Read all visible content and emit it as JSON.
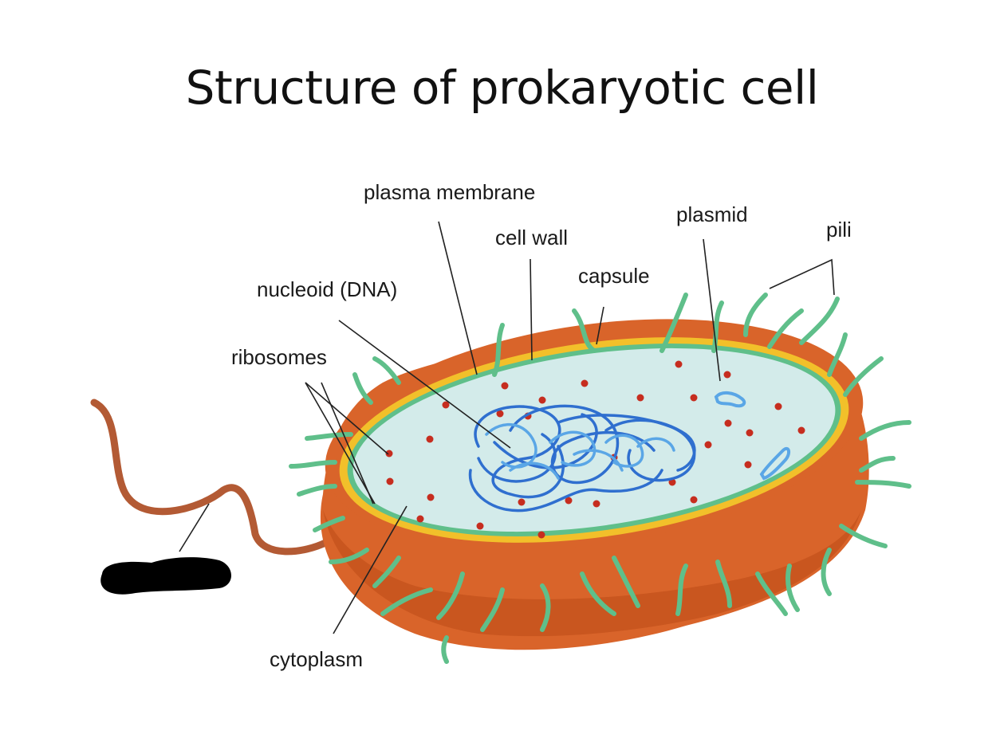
{
  "slide": {
    "title": "Structure of prokaryotic cell"
  },
  "labels": {
    "plasma_membrane": "plasma membrane",
    "cell_wall": "cell wall",
    "capsule": "capsule",
    "plasmid": "plasmid",
    "pili": "pili",
    "nucleoid": "nucleoid (DNA)",
    "ribosomes": "ribosomes",
    "cytoplasm": "cytoplasm"
  },
  "colors": {
    "capsule_outer": "#d9642a",
    "capsule_dark": "#c9561f",
    "cell_wall": "#f2c02a",
    "plasma_membrane": "#5fbf8a",
    "cytoplasm": "#d3ebea",
    "pili": "#5fbf8a",
    "ribosome": "#c62d1f",
    "dna": "#2f6fcf",
    "dna_light": "#5aa6e6",
    "flagellum": "#b35a34",
    "redaction": "#000000"
  }
}
